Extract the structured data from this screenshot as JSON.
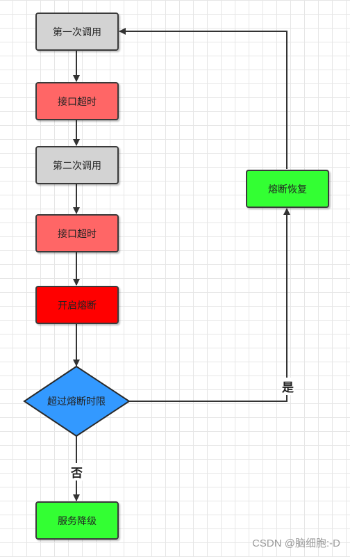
{
  "nodes": {
    "first_call": {
      "label": "第一次调用",
      "fill": "#d3d3d3"
    },
    "timeout_1": {
      "label": "接口超时",
      "fill": "#ff6666"
    },
    "second_call": {
      "label": "第二次调用",
      "fill": "#d3d3d3"
    },
    "timeout_2": {
      "label": "接口超时",
      "fill": "#ff6666"
    },
    "open_breaker": {
      "label": "开启熔断",
      "fill": "#ff0000"
    },
    "decision": {
      "label": "超过熔断时限",
      "fill": "#3399ff"
    },
    "degrade": {
      "label": "服务降级",
      "fill": "#33ff33"
    },
    "recover": {
      "label": "熔断恢复",
      "fill": "#33ff33"
    }
  },
  "edge_labels": {
    "yes": "是",
    "no": "否"
  },
  "watermark": "CSDN @脑细胞:-D"
}
